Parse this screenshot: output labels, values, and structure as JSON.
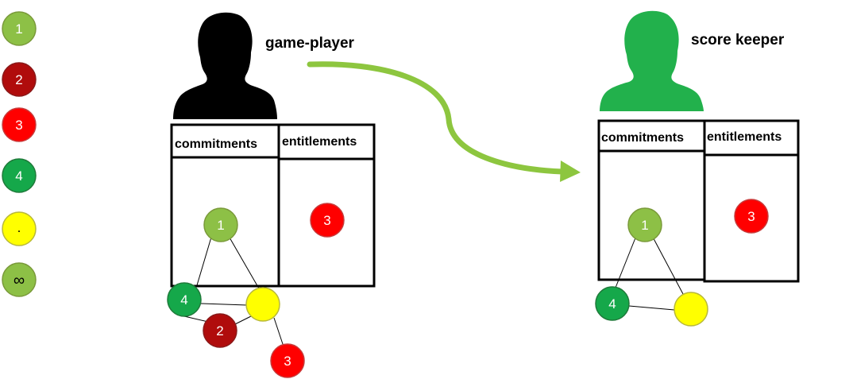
{
  "colors": {
    "light_green": "#8dc046",
    "dark_red": "#b00c0c",
    "red": "#ff0000",
    "green": "#15a84a",
    "yellow": "#ffff00",
    "arrow": "#8dc63f",
    "player_silhouette": "#000000",
    "keeper_silhouette": "#22b14c"
  },
  "legend": [
    {
      "label": "1",
      "color": "#8dc046",
      "text_color": "#ffffff"
    },
    {
      "label": "2",
      "color": "#b00c0c",
      "text_color": "#ffffff"
    },
    {
      "label": "3",
      "color": "#ff0000",
      "text_color": "#ffffff"
    },
    {
      "label": "4",
      "color": "#15a84a",
      "text_color": "#ffffff"
    },
    {
      "label": ".",
      "color": "#ffff00",
      "text_color": "#000000"
    },
    {
      "label": "∞",
      "color": "#8dc046",
      "text_color": "#000000"
    }
  ],
  "game_player": {
    "name": "game-player",
    "commitments_header": "commitments",
    "entitlements_header": "entitlements",
    "commitment_nodes": [
      "1",
      "4",
      "",
      "2",
      "3"
    ],
    "entitlement_nodes": [
      "3"
    ]
  },
  "score_keeper": {
    "name": "score keeper",
    "commitments_header": "commitments",
    "entitlements_header": "entitlements",
    "commitment_nodes": [
      "1",
      "4",
      ""
    ],
    "entitlement_nodes": [
      "3"
    ]
  }
}
